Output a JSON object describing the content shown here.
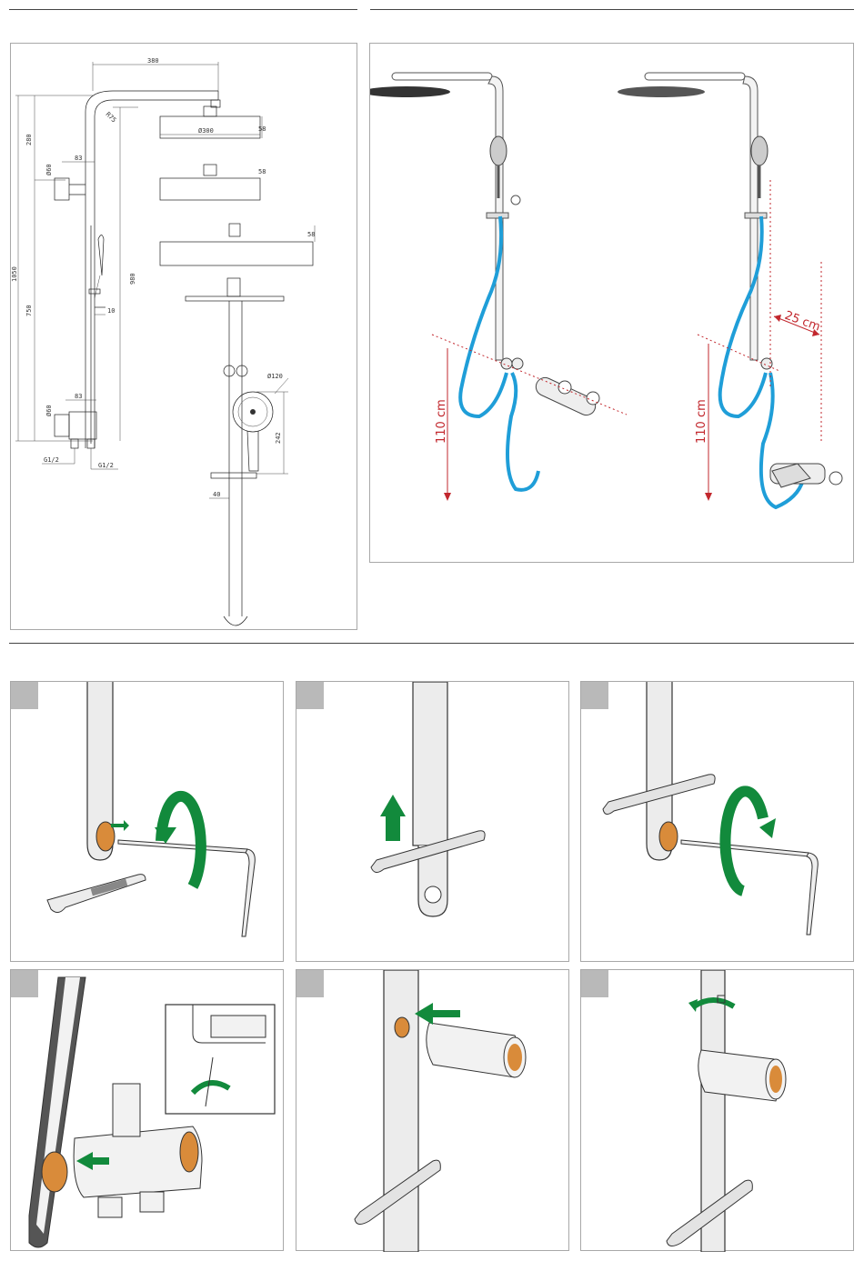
{
  "figure": {
    "dimensions": {
      "top_width": "380",
      "radius": "R75",
      "height_top": "280",
      "total_height": "1050",
      "lower_height": "750",
      "inner_height": "980",
      "bracket_dia_top": "Ø60",
      "bracket_dia_bottom": "Ø60",
      "offset_top": "83",
      "offset_bottom": "83",
      "rail_offset": "10",
      "head_dia": "Ø300",
      "head_h1": "58",
      "head_h2": "58",
      "head_h3": "58",
      "handshower_dia": "Ø120",
      "handshower_len": "242",
      "holder_offset": "40",
      "inlet_left": "G1/2",
      "inlet_right": "G1/2"
    },
    "installation": {
      "height_left": "110 cm",
      "height_right": "110 cm",
      "clearance": "25 cm"
    }
  },
  "steps": [
    {
      "panel": "step-1"
    },
    {
      "panel": "step-2"
    },
    {
      "panel": "step-3"
    },
    {
      "panel": "step-4"
    },
    {
      "panel": "step-5"
    },
    {
      "panel": "step-6"
    }
  ],
  "colors": {
    "arrow_green": "#128a3c",
    "hose_blue": "#1f9ed8",
    "dimension_red": "#c2272d",
    "thread_copper": "#d98b3a",
    "step_tab_grey": "#b9b9b9"
  }
}
